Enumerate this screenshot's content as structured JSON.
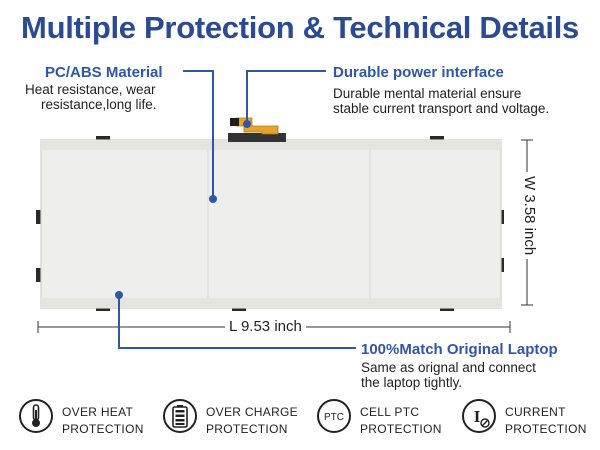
{
  "title": {
    "part1": "Multiple Protection ",
    "amp": "&",
    "part2": " Technical Details"
  },
  "annotations": {
    "material": {
      "heading": "PC/ABS Material",
      "body_line1": "Heat resistance, wear",
      "body_line2": "resistance,long life."
    },
    "interface": {
      "heading": "Durable power interface",
      "body_line1": "Durable mental material ensure",
      "body_line2": "stable current transport and voltage."
    },
    "match": {
      "heading": "100%Match Original Laptop",
      "body_line1": "Same as orignal and connect",
      "body_line2": "the laptop tightly."
    }
  },
  "dimensions": {
    "length": "L 9.53 inch",
    "width": "W 3.58 inch"
  },
  "features": [
    {
      "icon": "thermometer-icon",
      "line1": "OVER HEAT",
      "line2": "PROTECTION"
    },
    {
      "icon": "battery-charge-icon",
      "line1": "OVER CHARGE",
      "line2": "PROTECTION"
    },
    {
      "icon": "ptc-icon",
      "icon_text": "PTC",
      "line1": "CELL PTC",
      "line2": "PROTECTION"
    },
    {
      "icon": "current-icon",
      "icon_text": "I",
      "line1": "CURRENT",
      "line2": "PROTECTION"
    }
  ],
  "colors": {
    "title": "#2b4a94",
    "accent": "#2f56a8",
    "battery_body": "#eeeeec"
  }
}
